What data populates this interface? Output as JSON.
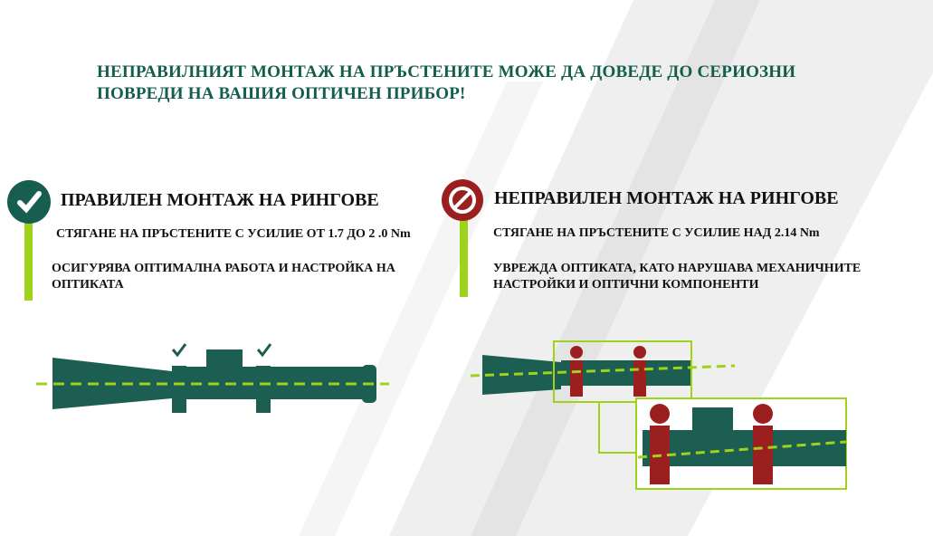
{
  "title": {
    "line1": "НЕПРАВИЛНИЯТ МОНТАЖ НА ПРЪСТЕНИТЕ МОЖЕ ДА ДОВЕДЕ ДО СЕРИОЗНИ",
    "line2": "ПОВРЕДИ НА ВАШИЯ ОПТИЧЕН ПРИБОР!"
  },
  "correct": {
    "heading": "ПРАВИЛЕН МОНТАЖ НА РИНГОВЕ",
    "torque": "СТЯГАНЕ НА ПРЪСТЕНИТЕ С УСИЛИЕ ОТ 1.7 ДО 2 .0 Nm",
    "result_line1": "ОСИГУРЯВА ОПТИМАЛНА РАБОТА И НАСТРОЙКА НА",
    "result_line2": "ОПТИКАТА",
    "icon": "check-icon",
    "color": "#175e50"
  },
  "incorrect": {
    "heading": "НЕПРАВИЛЕН МОНТАЖ НА РИНГОВЕ",
    "torque": "СТЯГАНЕ НА ПРЪСТЕНИТЕ С УСИЛИЕ НАД 2.14 Nm",
    "result_line1": "УВРЕЖДА ОПТИКАТА, КАТО НАРУШАВА МЕХАНИЧНИТЕ",
    "result_line2": "НАСТРОЙКИ И ОПТИЧНИ КОМПОНЕНТИ",
    "icon": "prohibited-icon",
    "color": "#9b1f1f"
  },
  "accent": "#9fd21a"
}
